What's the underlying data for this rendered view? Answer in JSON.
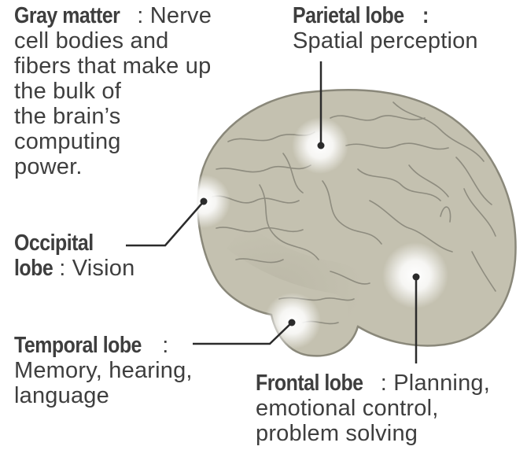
{
  "labels": {
    "gray_matter": {
      "title": "Gray matter",
      "sep": ": ",
      "desc_first": "Nerve",
      "desc_rest": "cell bodies and\nfibers that make up\nthe bulk of\nthe brain’s\ncomputing\npower."
    },
    "parietal": {
      "title": "Parietal lobe",
      "sep": ":",
      "desc": "Spatial perception"
    },
    "occipital": {
      "title_line1": "Occipital",
      "title_line2": "lobe",
      "sep": ": ",
      "desc": "Vision"
    },
    "temporal": {
      "title": "Temporal lobe",
      "sep": ":",
      "desc": "Memory, hearing,\nlanguage"
    },
    "frontal": {
      "title": "Frontal lobe",
      "sep": ": ",
      "desc_first": "Planning,",
      "desc_rest": "emotional control,\nproblem solving"
    }
  },
  "colors": {
    "brain_fill": "#c4c1b0",
    "brain_outline": "#8a887a",
    "gyri_lines": "#8e8c7f",
    "highlight": "#ffffff",
    "leader_line": "#2b2b2b",
    "text": "#3e3e3e"
  }
}
